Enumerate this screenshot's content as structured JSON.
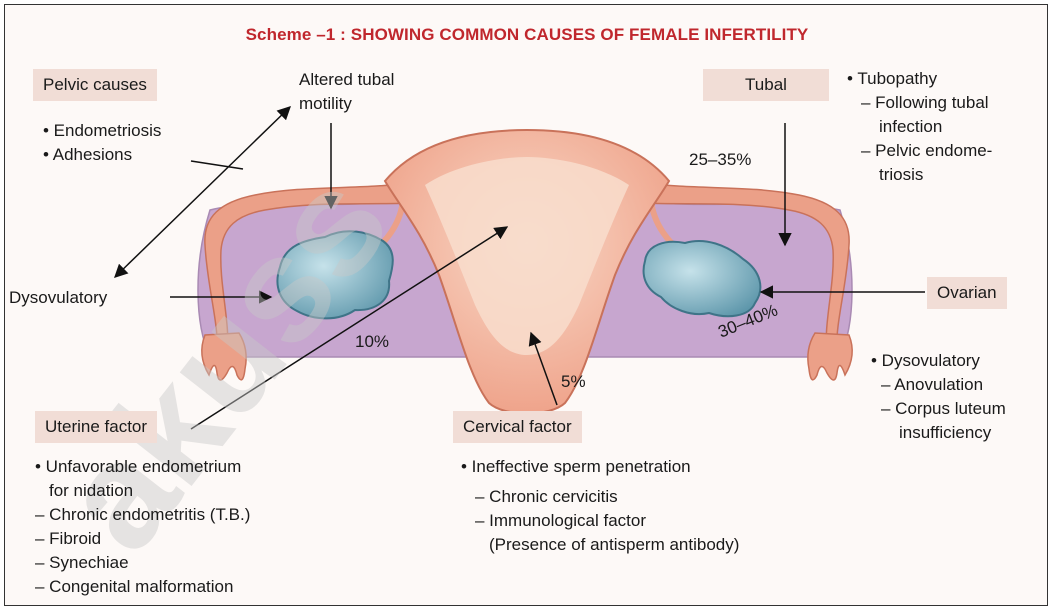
{
  "title": "Scheme –1 : SHOWING COMMON CAUSES OF FEMALE INFERTILITY",
  "watermark": "akuss",
  "colors": {
    "title": "#c0272d",
    "label_box": "#f1ddd6",
    "uterus": "#f3b9a3",
    "cavity": "#f7dccb",
    "pelvis": "#c7a6cf",
    "ovary": "#8fbcca"
  },
  "pelvic": {
    "box_label": "Pelvic causes",
    "items": [
      "• Endometriosis",
      "• Adhesions"
    ]
  },
  "altered_tubal": {
    "line1": "Altered tubal",
    "line2": "motility"
  },
  "tubal": {
    "box_label": "Tubal",
    "percent": "25–35%",
    "items": [
      "• Tubopathy",
      "– Following tubal",
      "infection",
      "– Pelvic endome-",
      "triosis"
    ]
  },
  "dysovulatory_label": "Dysovulatory",
  "ovarian": {
    "box_label": "Ovarian",
    "percent": "30–40%",
    "items": [
      "• Dysovulatory",
      "– Anovulation",
      "– Corpus luteum",
      "insufficiency"
    ]
  },
  "uterine": {
    "box_label": "Uterine factor",
    "percent": "10%",
    "items": [
      "• Unfavorable endometrium",
      "for nidation",
      "– Chronic endometritis (T.B.)",
      "– Fibroid",
      "– Synechiae",
      "– Congenital malformation"
    ]
  },
  "cervical": {
    "box_label": "Cervical factor",
    "percent": "5%",
    "items": [
      "• Ineffective sperm penetration",
      "– Chronic cervicitis",
      "– Immunological factor",
      "(Presence of antisperm antibody)"
    ]
  }
}
